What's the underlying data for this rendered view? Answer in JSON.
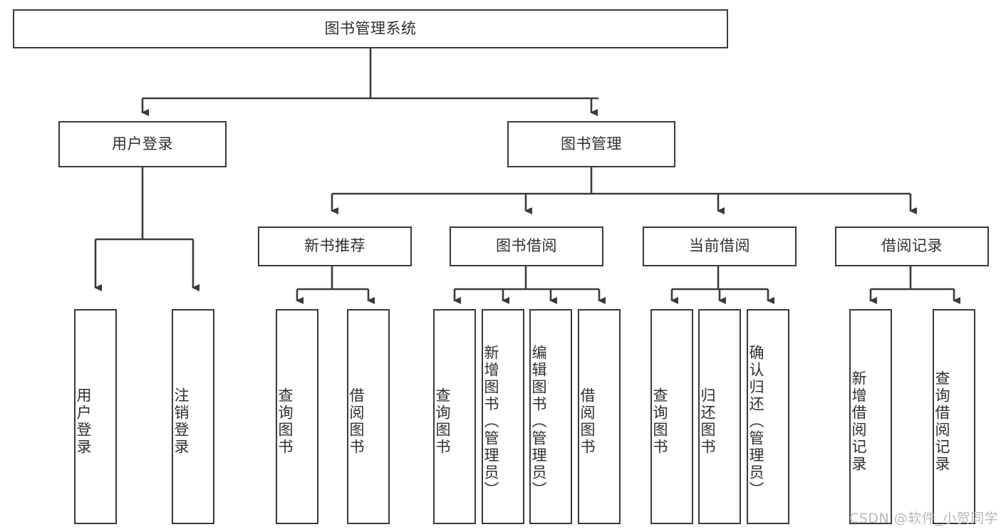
{
  "diagram": {
    "type": "hierarchy-tree",
    "title_node": "图书管理系统",
    "watermark": "CSDN @软件_小贺同学",
    "colors": {
      "stroke": "#3a3a3a",
      "background": "#ffffff",
      "text": "#2f2f2f",
      "watermark": "#b9b9b9"
    },
    "levels": {
      "level1": [
        {
          "id": "root",
          "label": "图书管理系统"
        }
      ],
      "level2": [
        {
          "id": "user-login",
          "label": "用户登录",
          "parent": "root"
        },
        {
          "id": "book-manage",
          "label": "图书管理",
          "parent": "root"
        }
      ],
      "level3": [
        {
          "id": "new-book-rec",
          "label": "新书推荐",
          "parent": "book-manage"
        },
        {
          "id": "book-borrow",
          "label": "图书借阅",
          "parent": "book-manage"
        },
        {
          "id": "current-borrow",
          "label": "当前借阅",
          "parent": "book-manage"
        },
        {
          "id": "borrow-record",
          "label": "借阅记录",
          "parent": "book-manage"
        }
      ],
      "leaves": [
        {
          "id": "leaf-user-login",
          "label": "用户登录",
          "parent": "user-login"
        },
        {
          "id": "leaf-logout-login",
          "label": "注销登录",
          "parent": "user-login"
        },
        {
          "id": "leaf-query-book-1",
          "label": "查询图书",
          "parent": "new-book-rec"
        },
        {
          "id": "leaf-borrow-book-1",
          "label": "借阅图书",
          "parent": "new-book-rec"
        },
        {
          "id": "leaf-query-book-2",
          "label": "查询图书",
          "parent": "book-borrow"
        },
        {
          "id": "leaf-add-book",
          "label": "新增图书（管理员）",
          "parent": "book-borrow"
        },
        {
          "id": "leaf-edit-book",
          "label": "编辑图书（管理员）",
          "parent": "book-borrow"
        },
        {
          "id": "leaf-borrow-book-2",
          "label": "借阅图书",
          "parent": "book-borrow"
        },
        {
          "id": "leaf-query-book-3",
          "label": "查询图书",
          "parent": "current-borrow"
        },
        {
          "id": "leaf-return-book",
          "label": "归还图书",
          "parent": "current-borrow"
        },
        {
          "id": "leaf-confirm-return",
          "label": "确认归还（管理员）",
          "parent": "current-borrow"
        },
        {
          "id": "leaf-add-record",
          "label": "新增借阅记录",
          "parent": "borrow-record"
        },
        {
          "id": "leaf-query-record",
          "label": "查询借阅记录",
          "parent": "borrow-record"
        }
      ]
    }
  }
}
